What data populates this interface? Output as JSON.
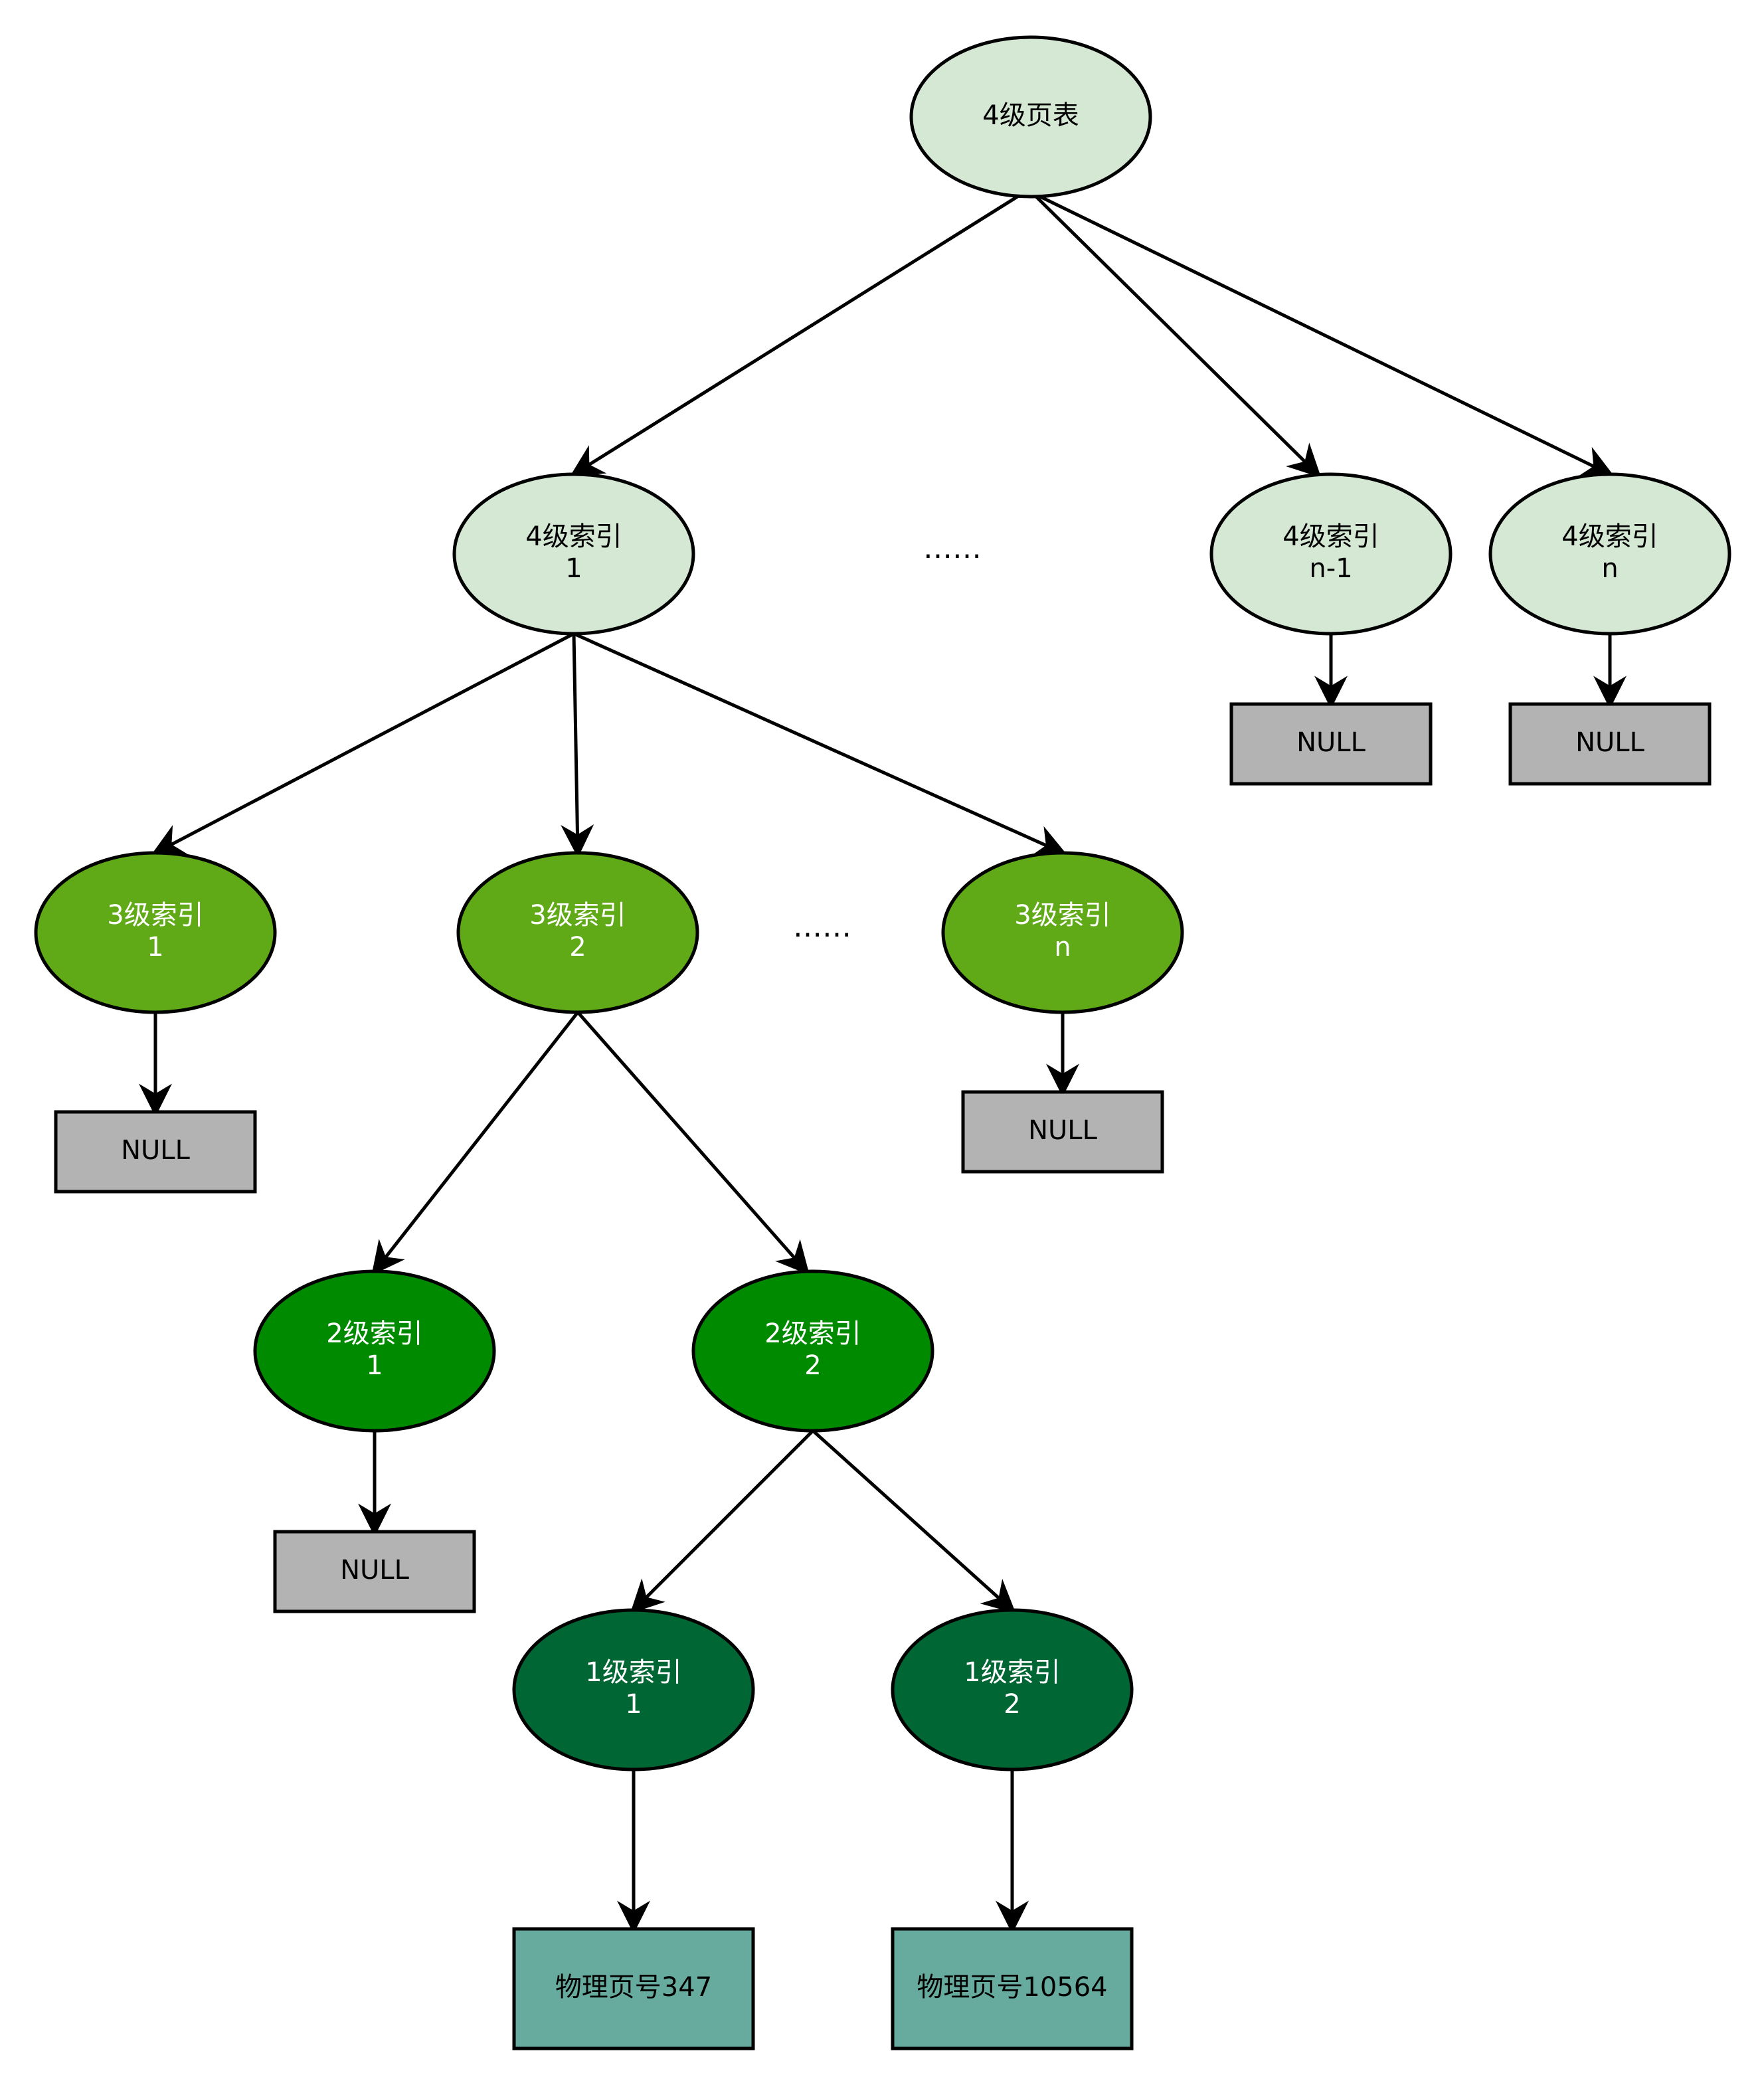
{
  "colors": {
    "level4": "#d5e8d4",
    "level3": "#60a917",
    "level2": "#008a00",
    "level1": "#006633",
    "null": "#b3b3b3",
    "physical": "#67ab9f",
    "dark_text": "#000000",
    "light_text": "#ffffff"
  },
  "nodes": {
    "root": {
      "lines": [
        "4级页表"
      ]
    },
    "l4_1": {
      "lines": [
        "4级索引",
        "1"
      ]
    },
    "l4_nm1": {
      "lines": [
        "4级索引",
        "n-1"
      ]
    },
    "l4_n": {
      "lines": [
        "4级索引",
        "n"
      ]
    },
    "null_l4_nm1": {
      "lines": [
        "NULL"
      ]
    },
    "null_l4_n": {
      "lines": [
        "NULL"
      ]
    },
    "l3_1": {
      "lines": [
        "3级索引",
        "1"
      ]
    },
    "l3_2": {
      "lines": [
        "3级索引",
        "2"
      ]
    },
    "l3_n": {
      "lines": [
        "3级索引",
        "n"
      ]
    },
    "null_l3_1": {
      "lines": [
        "NULL"
      ]
    },
    "null_l3_n": {
      "lines": [
        "NULL"
      ]
    },
    "l2_1": {
      "lines": [
        "2级索引",
        "1"
      ]
    },
    "l2_2": {
      "lines": [
        "2级索引",
        "2"
      ]
    },
    "null_l2_1": {
      "lines": [
        "NULL"
      ]
    },
    "l1_1": {
      "lines": [
        "1级索引",
        "1"
      ]
    },
    "l1_2": {
      "lines": [
        "1级索引",
        "2"
      ]
    },
    "phys_1": {
      "lines": [
        "物理页号347"
      ]
    },
    "phys_2": {
      "lines": [
        "物理页号10564"
      ]
    }
  },
  "ellipsis": {
    "level4": "……",
    "level3": "……"
  }
}
